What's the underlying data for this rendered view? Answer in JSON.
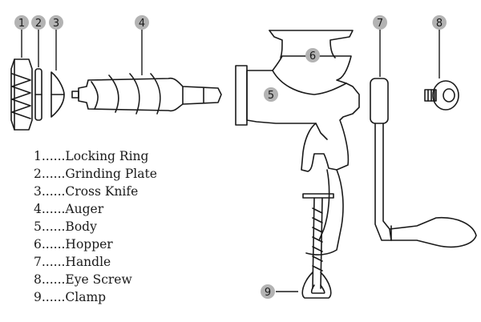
{
  "parts": [
    {
      "number": "1",
      "label": "1......Locking Ring"
    },
    {
      "number": "2",
      "label": "2......Grinding Plate"
    },
    {
      "number": "3",
      "label": "3......Cross Knife"
    },
    {
      "number": "4",
      "label": "4......Auger"
    },
    {
      "number": "5",
      "label": "5......Body"
    },
    {
      "number": "6",
      "label": "6......Hopper"
    },
    {
      "number": "7",
      "label": "7......Handle"
    },
    {
      "number": "8",
      "label": "8......Eye Screw"
    },
    {
      "number": "9",
      "label": "9......Clamp"
    }
  ],
  "colors": {
    "badge_fill": "#b3b3b3",
    "line": "#1a1a1a",
    "background": "#ffffff"
  }
}
